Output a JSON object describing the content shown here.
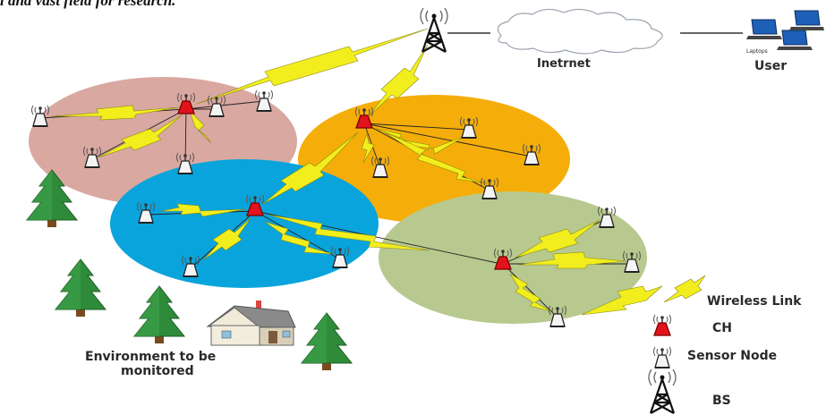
{
  "caption_fragment": "l and vast field for research.",
  "labels": {
    "internet": "Inetrnet",
    "user": "User",
    "laptops": "Laptops",
    "environment_line1": "Environment to be",
    "environment_line2": "monitored"
  },
  "legend": {
    "wireless_link": "Wireless Link",
    "ch": "CH",
    "sensor_node": "Sensor Node",
    "bs": "BS"
  },
  "colors": {
    "cluster_pink": "#d9a8a0",
    "cluster_orange": "#f5ad0a",
    "cluster_blue": "#0aa4dc",
    "cluster_green": "#b7c98e",
    "cluster_head": "#e3131b",
    "lightning": "#f2ee1d",
    "tree": "#2e8b3a"
  },
  "icons": [
    "base-station-tower-icon",
    "cloud-icon",
    "laptop-icon",
    "cluster-head-icon",
    "sensor-node-icon",
    "tree-icon",
    "house-icon",
    "lightning-icon"
  ]
}
